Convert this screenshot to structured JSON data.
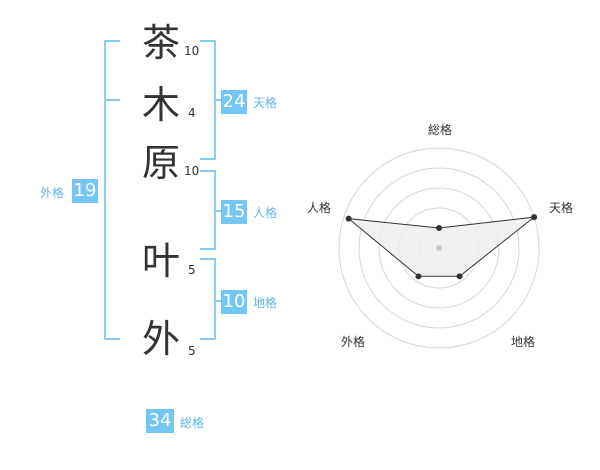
{
  "characters": [
    {
      "char": "茶",
      "strokes": "10"
    },
    {
      "char": "木",
      "strokes": "4"
    },
    {
      "char": "原",
      "strokes": "10"
    },
    {
      "char": "叶",
      "strokes": "5"
    },
    {
      "char": "外",
      "strokes": "5"
    }
  ],
  "fortune": {
    "tenkaku": {
      "value": "24",
      "label": "天格"
    },
    "jinkaku": {
      "value": "15",
      "label": "人格"
    },
    "chikaku": {
      "value": "10",
      "label": "地格"
    },
    "gaikaku": {
      "value": "19",
      "label": "外格"
    },
    "soukaku": {
      "value": "34",
      "label": "総格"
    }
  },
  "radar": {
    "axes": [
      "総格",
      "天格",
      "地格",
      "外格",
      "人格"
    ],
    "values": [
      0.2,
      1.0,
      0.35,
      0.35,
      0.95
    ],
    "colors": {
      "grid": "#d6d6d6",
      "fill": "#eeeeee",
      "line": "#333333",
      "center": "#cccccc"
    }
  },
  "colors": {
    "accent": "#74c7f5",
    "bracket": "#8ccdf5",
    "label": "#5fb6ea"
  }
}
